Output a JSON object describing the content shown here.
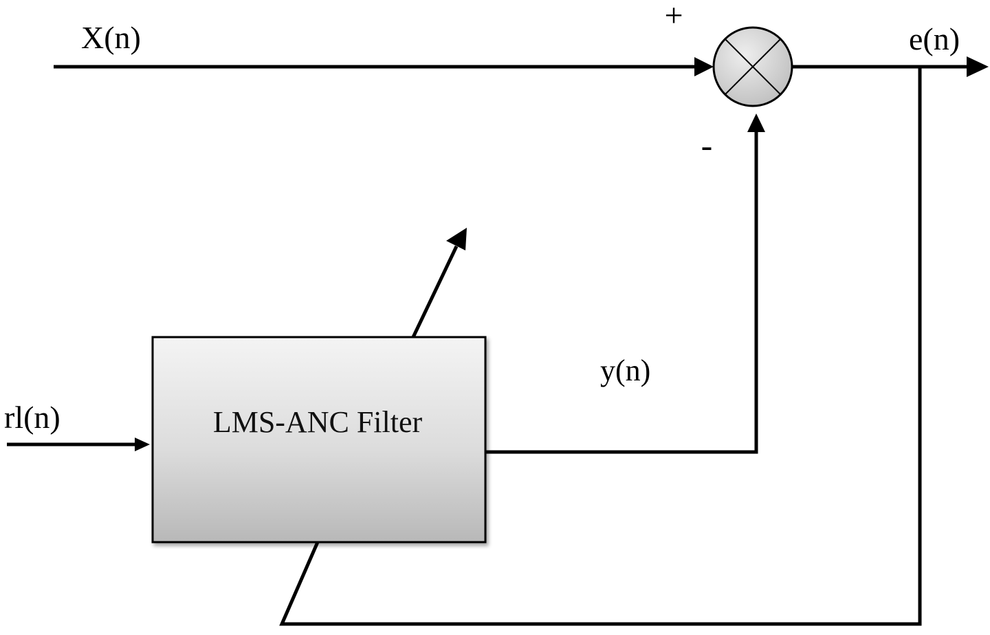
{
  "labels": {
    "input_x": "X(n)",
    "output_e": "e(n)",
    "plus_sign": "+",
    "minus_sign": "-",
    "output_y": "y(n)",
    "reference_input": "rl(n)"
  },
  "filter_block": {
    "label": "LMS-ANC Filter"
  },
  "colors": {
    "line": "#000000",
    "block_fill_top": "#f2f2f2",
    "block_fill_bottom": "#bdbdbd",
    "summer_fill": "#d9d9d9",
    "background": "#ffffff"
  },
  "icons": {
    "summing_junction": "circle-with-x"
  }
}
